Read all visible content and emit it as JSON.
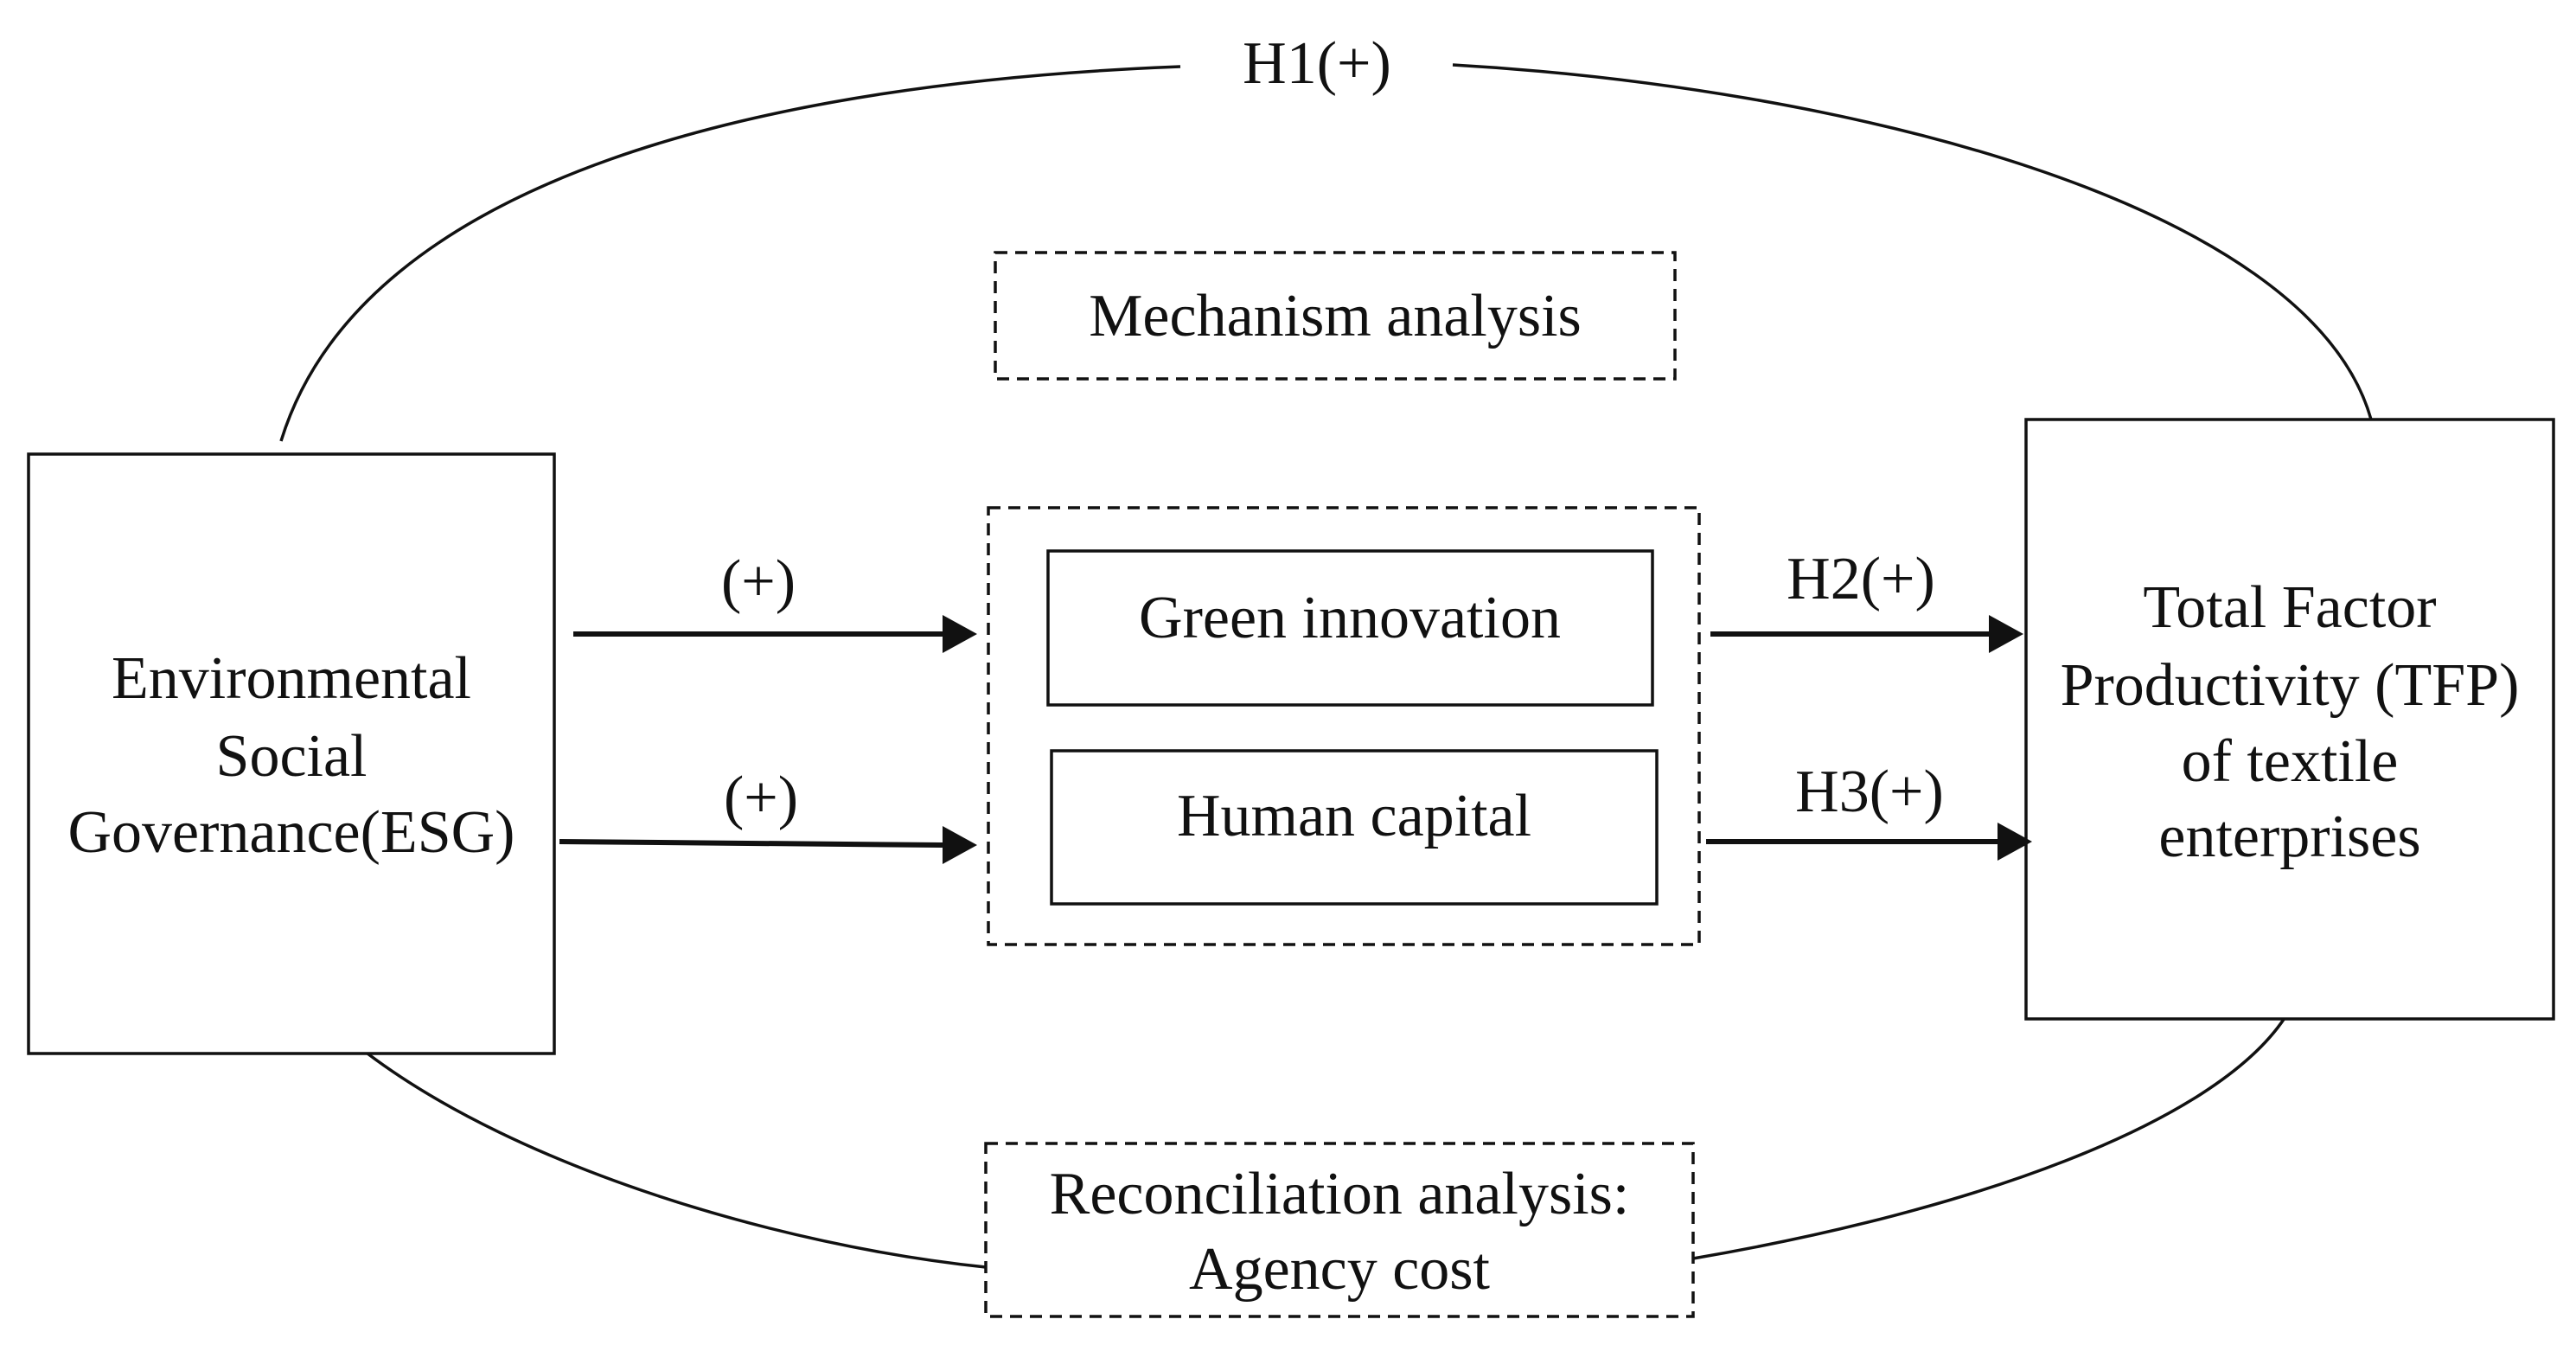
{
  "diagram": {
    "h1_label": "H1(+)",
    "mechanism_title": "Mechanism analysis",
    "esg_box": {
      "line1": "Environmental",
      "line2": "Social",
      "line3": "Governance(ESG)"
    },
    "mediators": {
      "green_innovation": "Green innovation",
      "human_capital": "Human capital"
    },
    "arrow_labels": {
      "esg_to_green": "(+)",
      "esg_to_human": "(+)",
      "green_to_tfp": "H2(+)",
      "human_to_tfp": "H3(+)"
    },
    "tfp_box": {
      "line1": "Total Factor",
      "line2": "Productivity (TFP)",
      "line3": "of textile",
      "line4": "enterprises"
    },
    "moderation": {
      "line1": "Reconciliation analysis:",
      "line2": "Agency cost"
    }
  }
}
